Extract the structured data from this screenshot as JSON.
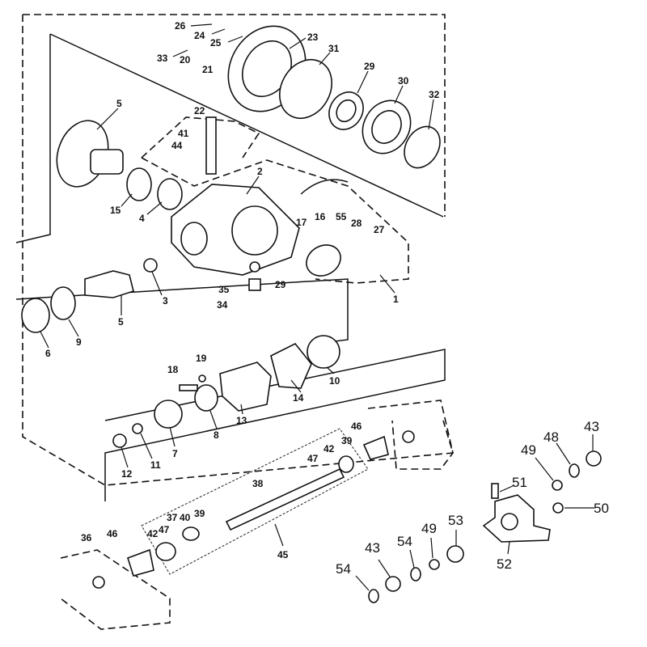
{
  "diagram": {
    "title": "Differential gear case exploded parts diagram",
    "callouts": [
      "26",
      "24",
      "25",
      "23",
      "33",
      "20",
      "21",
      "31",
      "29",
      "30",
      "32",
      "5",
      "22",
      "41",
      "44",
      "2",
      "15",
      "4",
      "17",
      "16",
      "55",
      "28",
      "27",
      "3",
      "5",
      "35",
      "34",
      "29",
      "1",
      "6",
      "9",
      "10",
      "19",
      "18",
      "14",
      "13",
      "8",
      "7",
      "11",
      "12",
      "46",
      "39",
      "42",
      "47",
      "38",
      "37",
      "40",
      "39",
      "42",
      "47",
      "45",
      "36",
      "46",
      "43",
      "48",
      "49",
      "51",
      "50",
      "53",
      "49",
      "54",
      "43",
      "54",
      "52"
    ]
  }
}
